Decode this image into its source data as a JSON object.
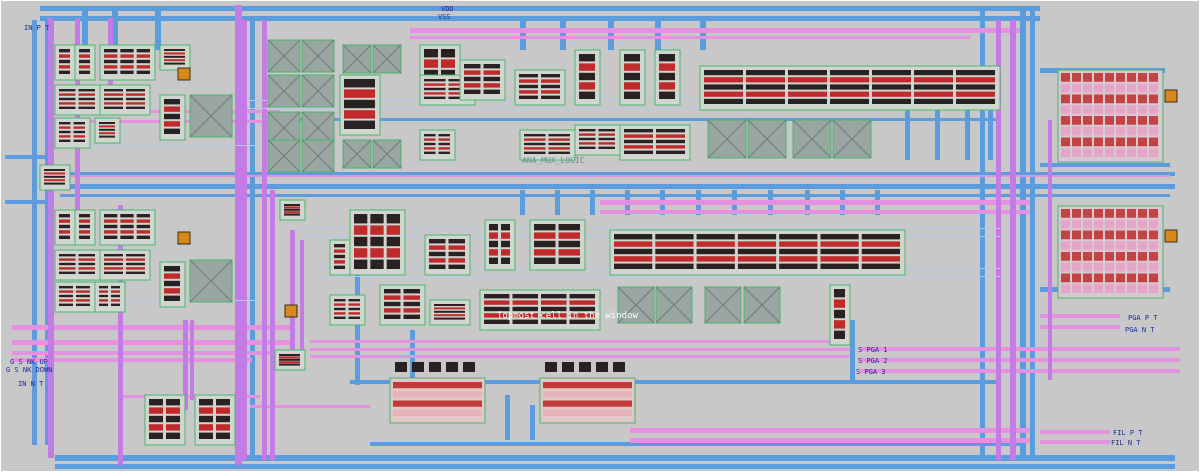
{
  "layout_title": "Topmost cell in the window",
  "block_label": "ANA_MUX_LOGIC",
  "supply_labels": [
    "VDD",
    "VSS"
  ],
  "pin_labels_left": [
    "IN P T",
    "G S NK UP",
    "G S NK DOWN",
    "IN N T"
  ],
  "pin_labels_right": [
    "PGA P T",
    "PGA N T",
    "FIL P T",
    "FIL N T"
  ],
  "pin_labels_mid": [
    "S PGA 1",
    "S PGA 2",
    "S PGA 3"
  ],
  "colors": {
    "background": "#c8c8c8",
    "metal_blue": "#5b9cdf",
    "metal_magenta": "#e590e0",
    "metal_violet": "#c47be6",
    "poly_green": "#47b56a",
    "diffusion_red": "#c02a2a",
    "cap_gray": "#9aa6a2",
    "label_blue": "#1a2a9c"
  }
}
